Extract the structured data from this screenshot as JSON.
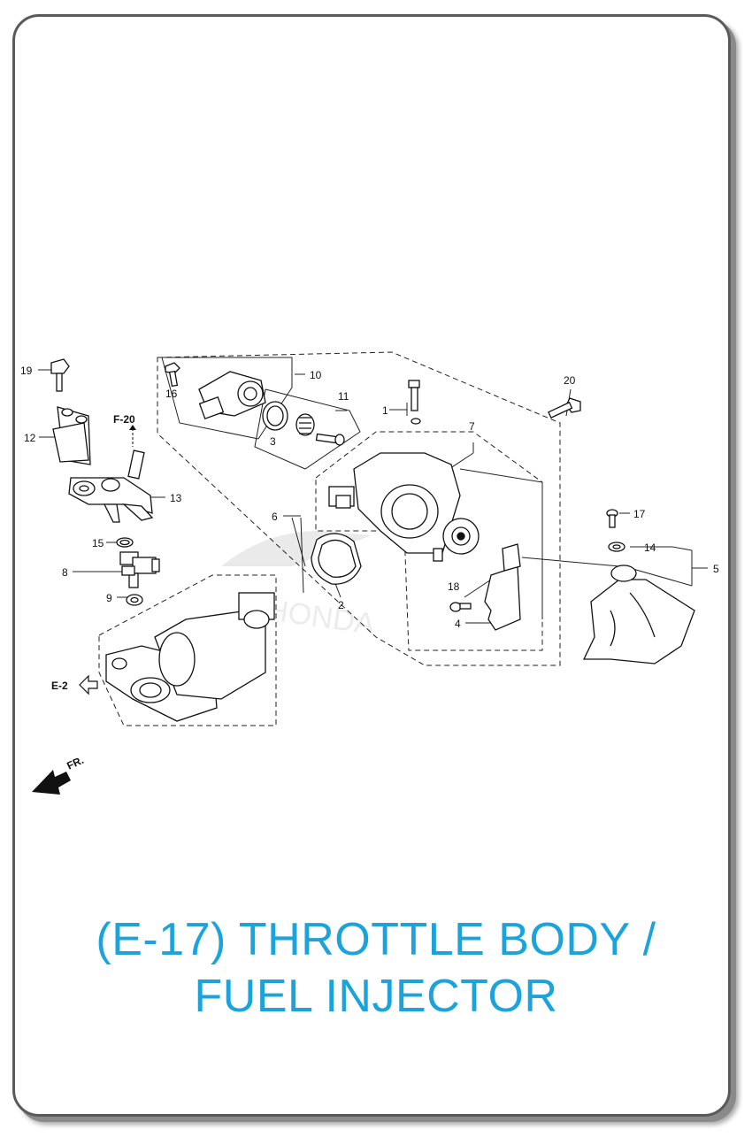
{
  "title": {
    "line1": "(E-17) THROTTLE BODY /",
    "line2": "FUEL INJECTOR"
  },
  "diagram": {
    "watermark": "HONDA",
    "refs": {
      "f20": "F-20",
      "e2": "E-2",
      "front": "FR."
    },
    "callouts": [
      "1",
      "2",
      "3",
      "4",
      "5",
      "6",
      "7",
      "8",
      "9",
      "10",
      "11",
      "12",
      "13",
      "14",
      "15",
      "16",
      "17",
      "18",
      "19",
      "20"
    ]
  },
  "colors": {
    "title": "#1aa3dc",
    "line": "#111111",
    "border": "#5a5a5a"
  }
}
